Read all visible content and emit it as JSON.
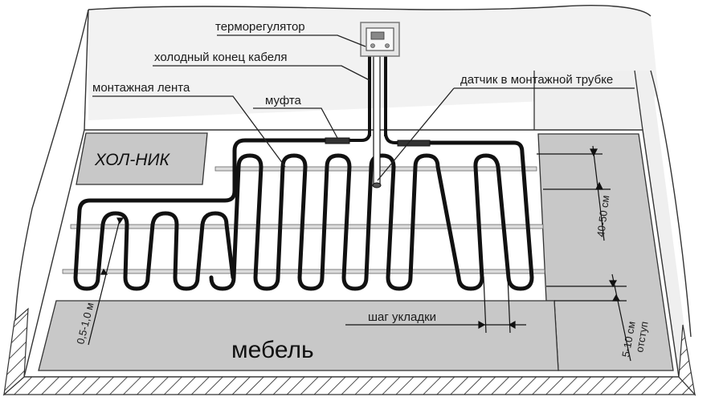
{
  "diagram": {
    "title": "Схема укладки нагревательного кабеля (тёплый пол)",
    "callouts": {
      "thermostat": "терморегулятор",
      "cold_cable": "холодный конец кабеля",
      "mounting_tape": "монтажная лента",
      "coupling": "муфта",
      "sensor": "датчик в монтажной трубке"
    },
    "zones": {
      "fridge": "ХОЛ-НИК",
      "furniture": "мебель"
    },
    "dimensions": {
      "tape_spacing": "40-50 см",
      "wall_offset": "5-10 см",
      "wall_offset_caption": "отступ",
      "lay_step": "шаг укладки",
      "furniture_gap": "0,5-1,0 м"
    },
    "colors": {
      "background": "#ffffff",
      "wall": "#f2f2f2",
      "zone_fill": "#c8c8c8",
      "cable": "#111111",
      "tape": "#d9d9d9",
      "line": "#222222"
    }
  }
}
